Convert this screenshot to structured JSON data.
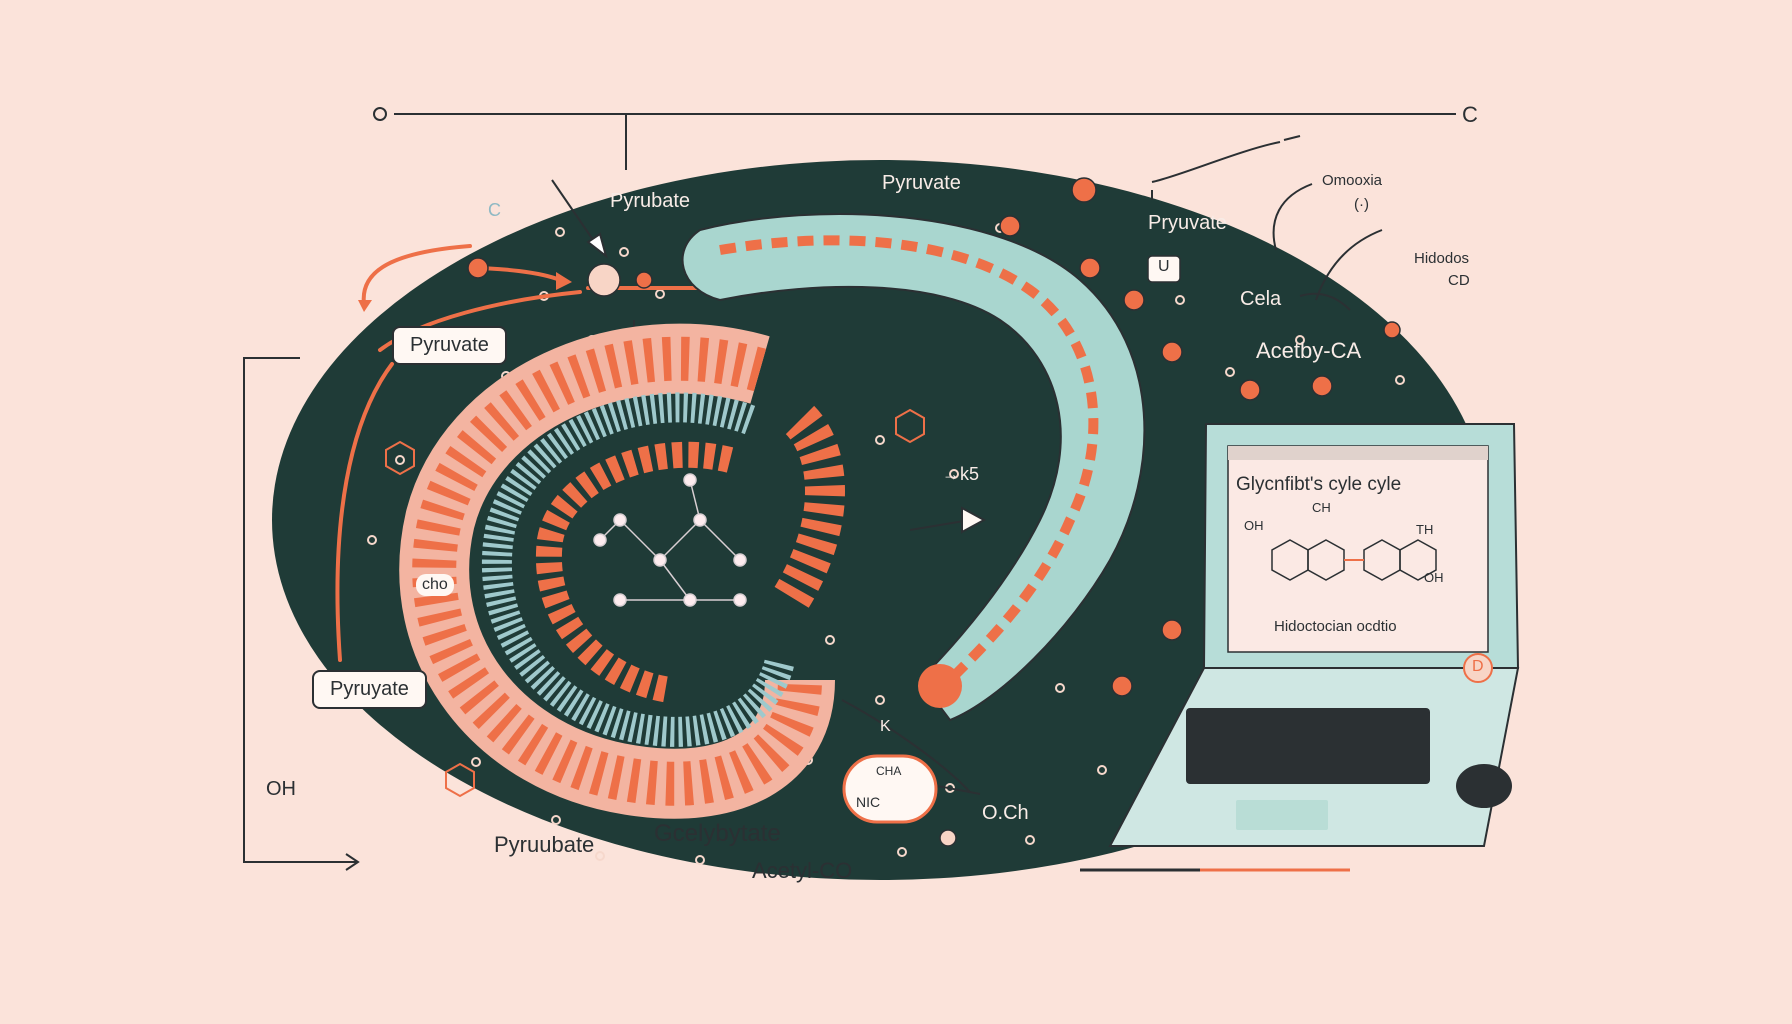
{
  "labels": {
    "corner_left": "O",
    "corner_right": "C",
    "top_pyrubate": "Pyrubate",
    "top_pyruvate": "Pyruvate",
    "right_pyruvate": "Pryuvate",
    "corner_c_small": "C",
    "top_right_a": "Omooxia",
    "top_right_b": "(·)",
    "far_right_a": "Hidodos",
    "far_right_b": "CD",
    "cela": "Cela",
    "acetyl_ca": "Acetby-CA",
    "box_pyruvate_1": "Pyruvate",
    "box_pyruvate_2": "Pyruyate",
    "cho": "cho",
    "oh": "OH",
    "pyruubate": "Pyruubate",
    "gcelybytate": "Gcelybytate",
    "acetyl_co": "Acetyl-CO",
    "och": "O.Ch",
    "k": "K",
    "ks": "→k5",
    "u_tag": "U",
    "d_tag": "D",
    "pill_top": "CHA",
    "pill_bottom": "NIC"
  },
  "laptop": {
    "title": "Glycnfibt's cyle cyle",
    "caption": "Hidoctocian ocdtio",
    "struct_labels": [
      "OH",
      "CH",
      "TH",
      "OH"
    ]
  },
  "colors": {
    "background": "#fbe3da",
    "dark_oval": "#1f3b37",
    "coral": "#ee7048",
    "teal_mito": "#a9d6cf",
    "ink": "#2b3033"
  }
}
